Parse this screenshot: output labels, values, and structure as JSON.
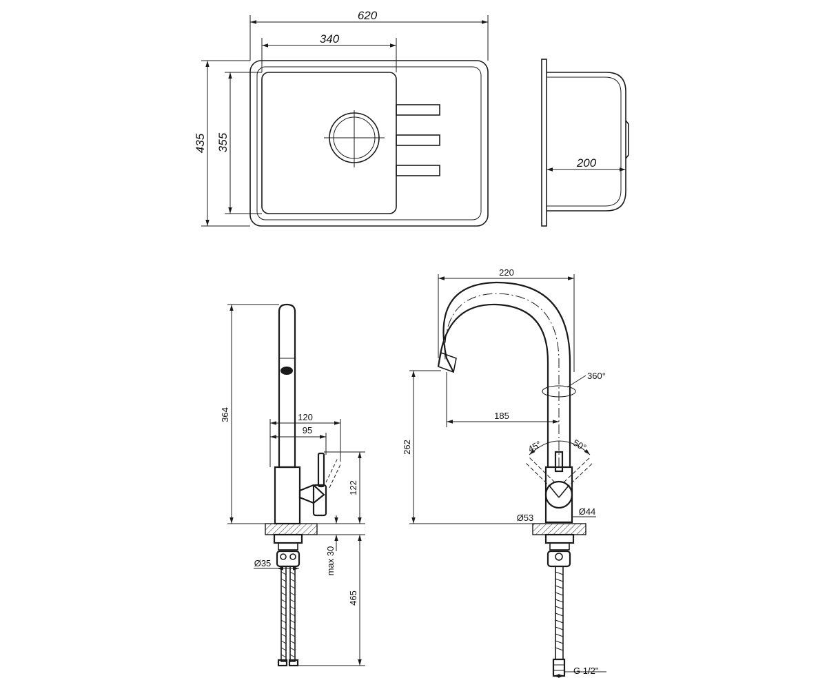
{
  "sink_top_view": {
    "width_overall": "620",
    "width_bowl": "340",
    "depth_overall": "435",
    "depth_bowl": "355"
  },
  "sink_side_view": {
    "bowl_depth": "200"
  },
  "faucet_side_view": {
    "height": "364",
    "reach_lever": "120",
    "reach_body": "95",
    "lever_height": "122",
    "base_diameter": "Ø35",
    "mount_thickness": "max 30",
    "hose_length": "465"
  },
  "faucet_front_view": {
    "spout_span": "220",
    "spout_reach": "185",
    "spout_height": "262",
    "rotation": "360°",
    "lever_angle_left": "45°",
    "lever_angle_right": "50°",
    "base_diameter": "Ø53",
    "body_diameter": "Ø44",
    "thread": "G 1/2\""
  }
}
